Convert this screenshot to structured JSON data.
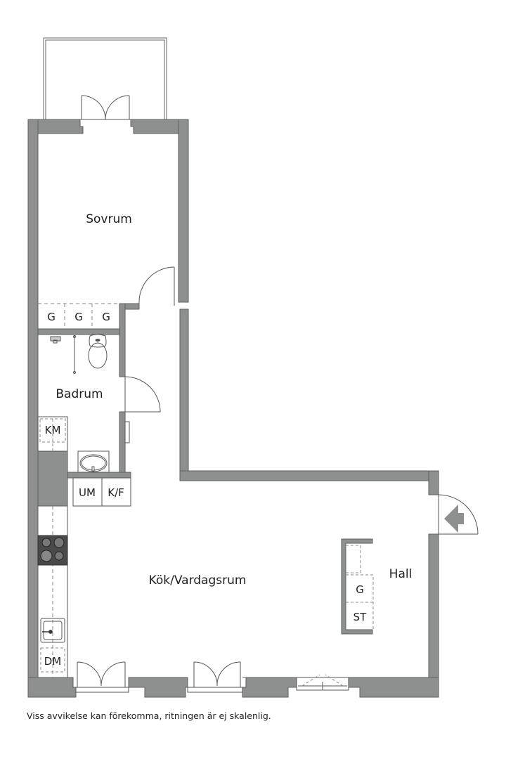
{
  "colors": {
    "wall": "#8e9090",
    "wall_edge": "#5e6060",
    "line": "#555555",
    "dash": "#888888",
    "stove": "#4a4a4a",
    "background": "#ffffff"
  },
  "rooms": {
    "sovrum": "Sovrum",
    "badrum": "Badrum",
    "kok_vardagsrum": "Kök/Vardagsrum",
    "hall": "Hall"
  },
  "fixtures": {
    "wardrobe_1": "G",
    "wardrobe_2": "G",
    "wardrobe_3": "G",
    "washing_machine": "KM",
    "oven": "UM",
    "fridge_freezer": "K/F",
    "dishwasher": "DM",
    "hall_wardrobe": "G",
    "hall_storage": "ST"
  },
  "icons": {
    "entrance": "entrance-arrow-icon",
    "stove": "stove-icon",
    "sink": "kitchen-sink-icon",
    "washbasin": "washbasin-icon",
    "toilet": "toilet-icon",
    "shower": "shower-icon"
  },
  "footer": {
    "disclaimer": "Viss avvikelse kan förekomma, ritningen är ej skalenlig."
  }
}
